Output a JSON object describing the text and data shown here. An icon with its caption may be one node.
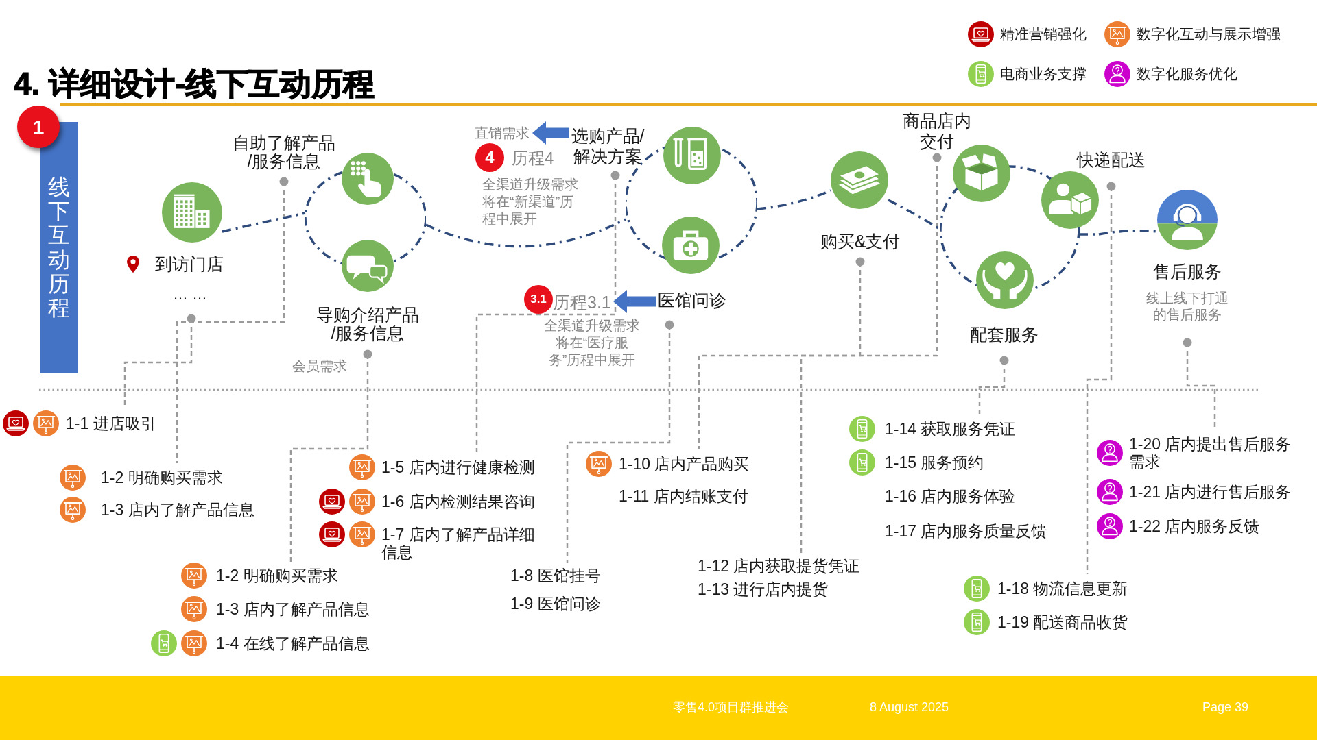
{
  "diagram": {
    "title": "4. 详细设计-线下互动历程",
    "nodes": [
      {
        "text": [
          "线下互动历程"
        ]
      },
      {
        "text": [
          "1"
        ]
      },
      {
        "text": [
          "自助了解产品/服务信息"
        ]
      },
      {
        "text": [
          "到访门店",
          "… …"
        ]
      },
      {
        "text": [
          "导购介绍产品/服务信息"
        ],
        "beside": [
          "会员需求"
        ]
      },
      {
        "text": [
          "直销需求"
        ]
      },
      {
        "text": [
          "4"
        ]
      },
      {
        "text": [
          "历程4"
        ],
        "beside": [
          "全渠道升级需求将在“新渠道”历程中展开"
        ]
      },
      {
        "text": [
          "选购产品/解决方案"
        ]
      },
      {
        "text": [
          "3.1"
        ]
      },
      {
        "text": [
          "历程3.1"
        ],
        "beside": [
          "全渠道升级需求将在“医疗服务”历程中展开"
        ]
      },
      {
        "text": [
          "医馆问诊"
        ]
      },
      {
        "text": [
          "购买&支付"
        ]
      },
      {
        "text": [
          "商品店内交付"
        ]
      },
      {
        "text": [
          "快递配送"
        ]
      },
      {
        "text": [
          "配套服务"
        ]
      },
      {
        "text": [
          "售后服务"
        ],
        "beside": [
          "线上线下打通的售后服务"
        ]
      },
      {
        "text": [
          "1-1 进店吸引"
        ]
      },
      {
        "text": [
          "1-2 明确购买需求",
          "1-3 店内了解产品信息"
        ]
      },
      {
        "text": [
          "1-5 店内进行健康检测",
          "1-6 店内检测结果咨询",
          "1-7 店内了解产品详细信息"
        ]
      },
      {
        "text": [
          "1-2 明确购买需求",
          "1-3 店内了解产品信息",
          "1-4 在线了解产品信息"
        ]
      },
      {
        "text": [
          "1-8 医馆挂号",
          "1-9 医馆问诊"
        ]
      },
      {
        "text": [
          "1-10 店内产品购买",
          "1-11 店内结账支付"
        ]
      },
      {
        "text": [
          "1-12 店内获取提货凭证",
          "1-13 进行店内提货"
        ]
      },
      {
        "text": [
          "1-14 获取服务凭证",
          "1-15 服务预约",
          "1-16 店内服务体验",
          "1-17 店内服务质量反馈"
        ]
      },
      {
        "text": [
          "1-18 物流信息更新",
          "1-19 配送商品收货"
        ]
      },
      {
        "text": [
          "1-20 店内提出售后服务需求",
          "1-21 店内进行售后服务",
          "1-22 店内服务反馈"
        ]
      },
      {
        "text": [],
        "shape": "picture"
      },
      {
        "text": [],
        "shape": "circle"
      },
      {
        "text": [],
        "shape": "circle"
      },
      {
        "text": [],
        "shape": "picture"
      },
      {
        "text": [],
        "shape": "circle"
      },
      {
        "text": [],
        "shape": "picture"
      }
    ],
    "edges": [
      {
        "from": 3,
        "to": 17,
        "arrow": "other",
        "style": "dashed"
      },
      {
        "from": 2,
        "to": 18,
        "arrow": "other",
        "style": "dashed"
      },
      {
        "from": 4,
        "to": 20,
        "arrow": "other",
        "style": "dashed"
      },
      {
        "from": 8,
        "to": 19,
        "arrow": "other",
        "style": "dashed"
      },
      {
        "from": 8,
        "to": 5,
        "arrow": "to",
        "style": "thick",
        "color": "#4472c4"
      },
      {
        "from": 11,
        "to": 21,
        "arrow": "other",
        "style": "dashed"
      },
      {
        "from": 11,
        "to": 10,
        "arrow": "to",
        "style": "thick",
        "color": "#4472c4"
      },
      {
        "from": 12,
        "to": 22,
        "arrow": "other",
        "style": "dashed"
      },
      {
        "from": 13,
        "to": 23,
        "arrow": "other",
        "style": "dashed"
      },
      {
        "from": 15,
        "to": 24,
        "arrow": "other",
        "style": "dashed"
      },
      {
        "from": 14,
        "to": 25,
        "arrow": "other",
        "style": "dashed"
      },
      {
        "from": 16,
        "to": 26,
        "arrow": "other",
        "style": "dashed"
      },
      {
        "from": 27,
        "to": 28,
        "arrow": "none",
        "style": "dashed",
        "color": "#2f4b7c"
      },
      {
        "from": 28,
        "to": 29,
        "arrow": "none",
        "style": "dashed",
        "color": "#2f4b7c"
      },
      {
        "from": 29,
        "to": 30,
        "arrow": "none",
        "style": "dashed",
        "color": "#2f4b7c"
      },
      {
        "from": 30,
        "to": 31,
        "arrow": "none",
        "style": "dashed",
        "color": "#2f4b7c"
      },
      {
        "from": 31,
        "to": 32,
        "arrow": "none",
        "style": "dashed",
        "color": "#2f4b7c"
      }
    ],
    "labels": [
      "零售4.0项目群推进会",
      "8 August 2025",
      "Page 39"
    ],
    "legend": [
      {
        "text": "精准营销强化",
        "color": "#c00000"
      },
      {
        "text": "数字化互动与展示增强",
        "color": "#ed7d31"
      },
      {
        "text": "电商业务支撑",
        "color": "#92d050"
      },
      {
        "text": "数字化服务优化",
        "color": "#cc00cc"
      }
    ]
  }
}
